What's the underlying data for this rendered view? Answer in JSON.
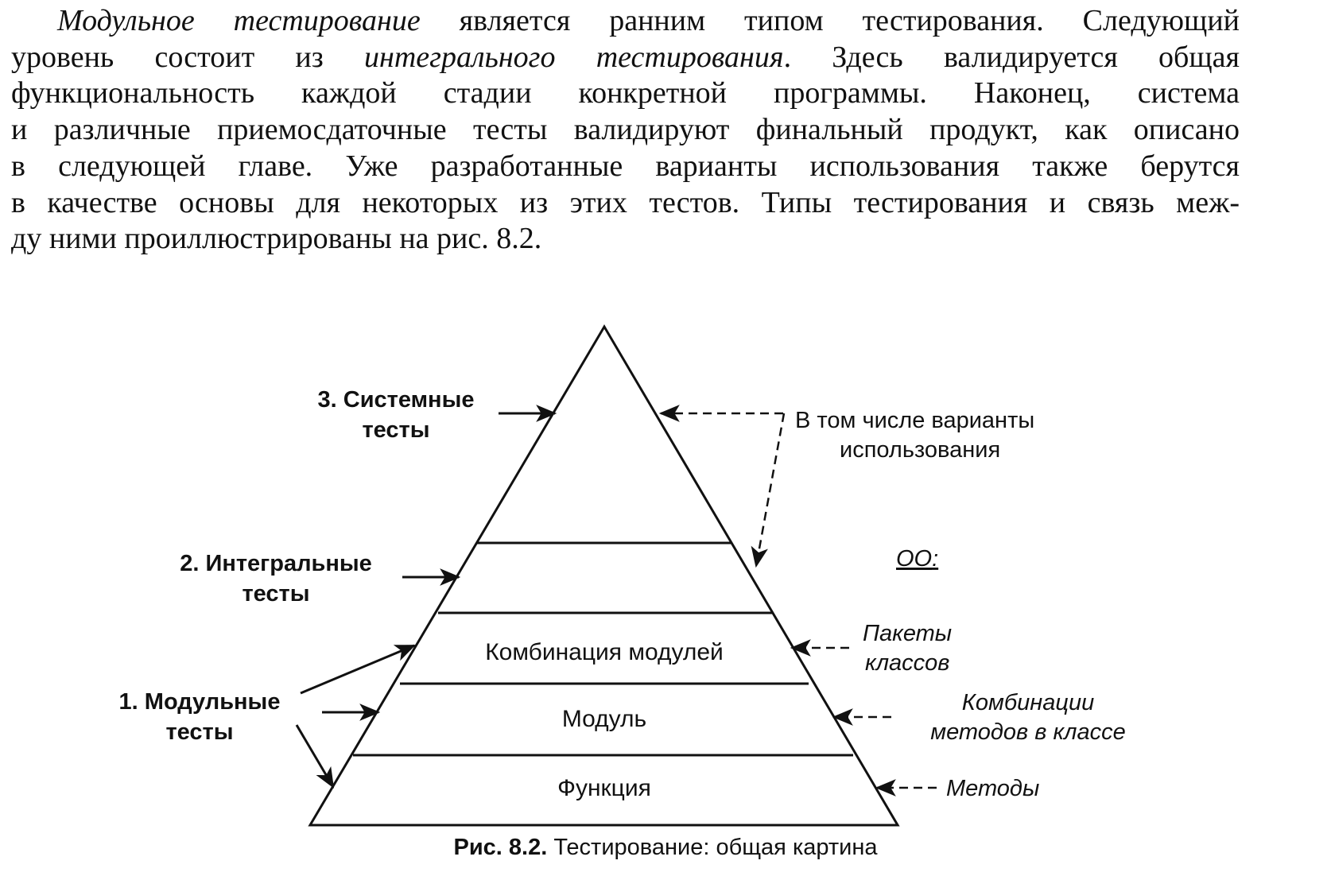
{
  "paragraph": {
    "line1": {
      "italic": "Модульное тестирование",
      "rest": " является ранним типом тестирования. Следующий"
    },
    "line2": {
      "pre": "уровень состоит из ",
      "italic": "интегрального тестирования",
      "post": ". Здесь валидируется общая"
    },
    "line3": "функциональность каждой стадии конкретной программы. Наконец, система",
    "line4": "и различные приемосдаточные тесты валидируют финальный продукт, как описано",
    "line5": "в следующей главе. Уже разработанные варианты использования также берутся",
    "line6": "в качестве основы для некоторых из этих тестов. Типы тестирования и связь меж-",
    "line7": "ду ними проиллюстрированы на рис. 8.2."
  },
  "diagram": {
    "left_labels": {
      "system": {
        "line1": "3. Системные",
        "line2": "тесты"
      },
      "integration": {
        "line1": "2. Интегральные",
        "line2": "тесты"
      },
      "unit": {
        "line1": "1. Модульные",
        "line2": "тесты"
      }
    },
    "levels": {
      "combination": "Комбинация модулей",
      "module": "Модуль",
      "function": "Функция"
    },
    "right_labels": {
      "use_cases": {
        "line1": "В том числе варианты",
        "line2": "использования"
      },
      "oo": "ОО:",
      "packages": {
        "line1": "Пакеты",
        "line2": "классов"
      },
      "method_combos": {
        "line1": "Комбинации",
        "line2": "методов в классе"
      },
      "methods": "Методы"
    }
  },
  "caption": {
    "bold": "Рис. 8.2.",
    "text": " Тестирование: общая картина"
  }
}
